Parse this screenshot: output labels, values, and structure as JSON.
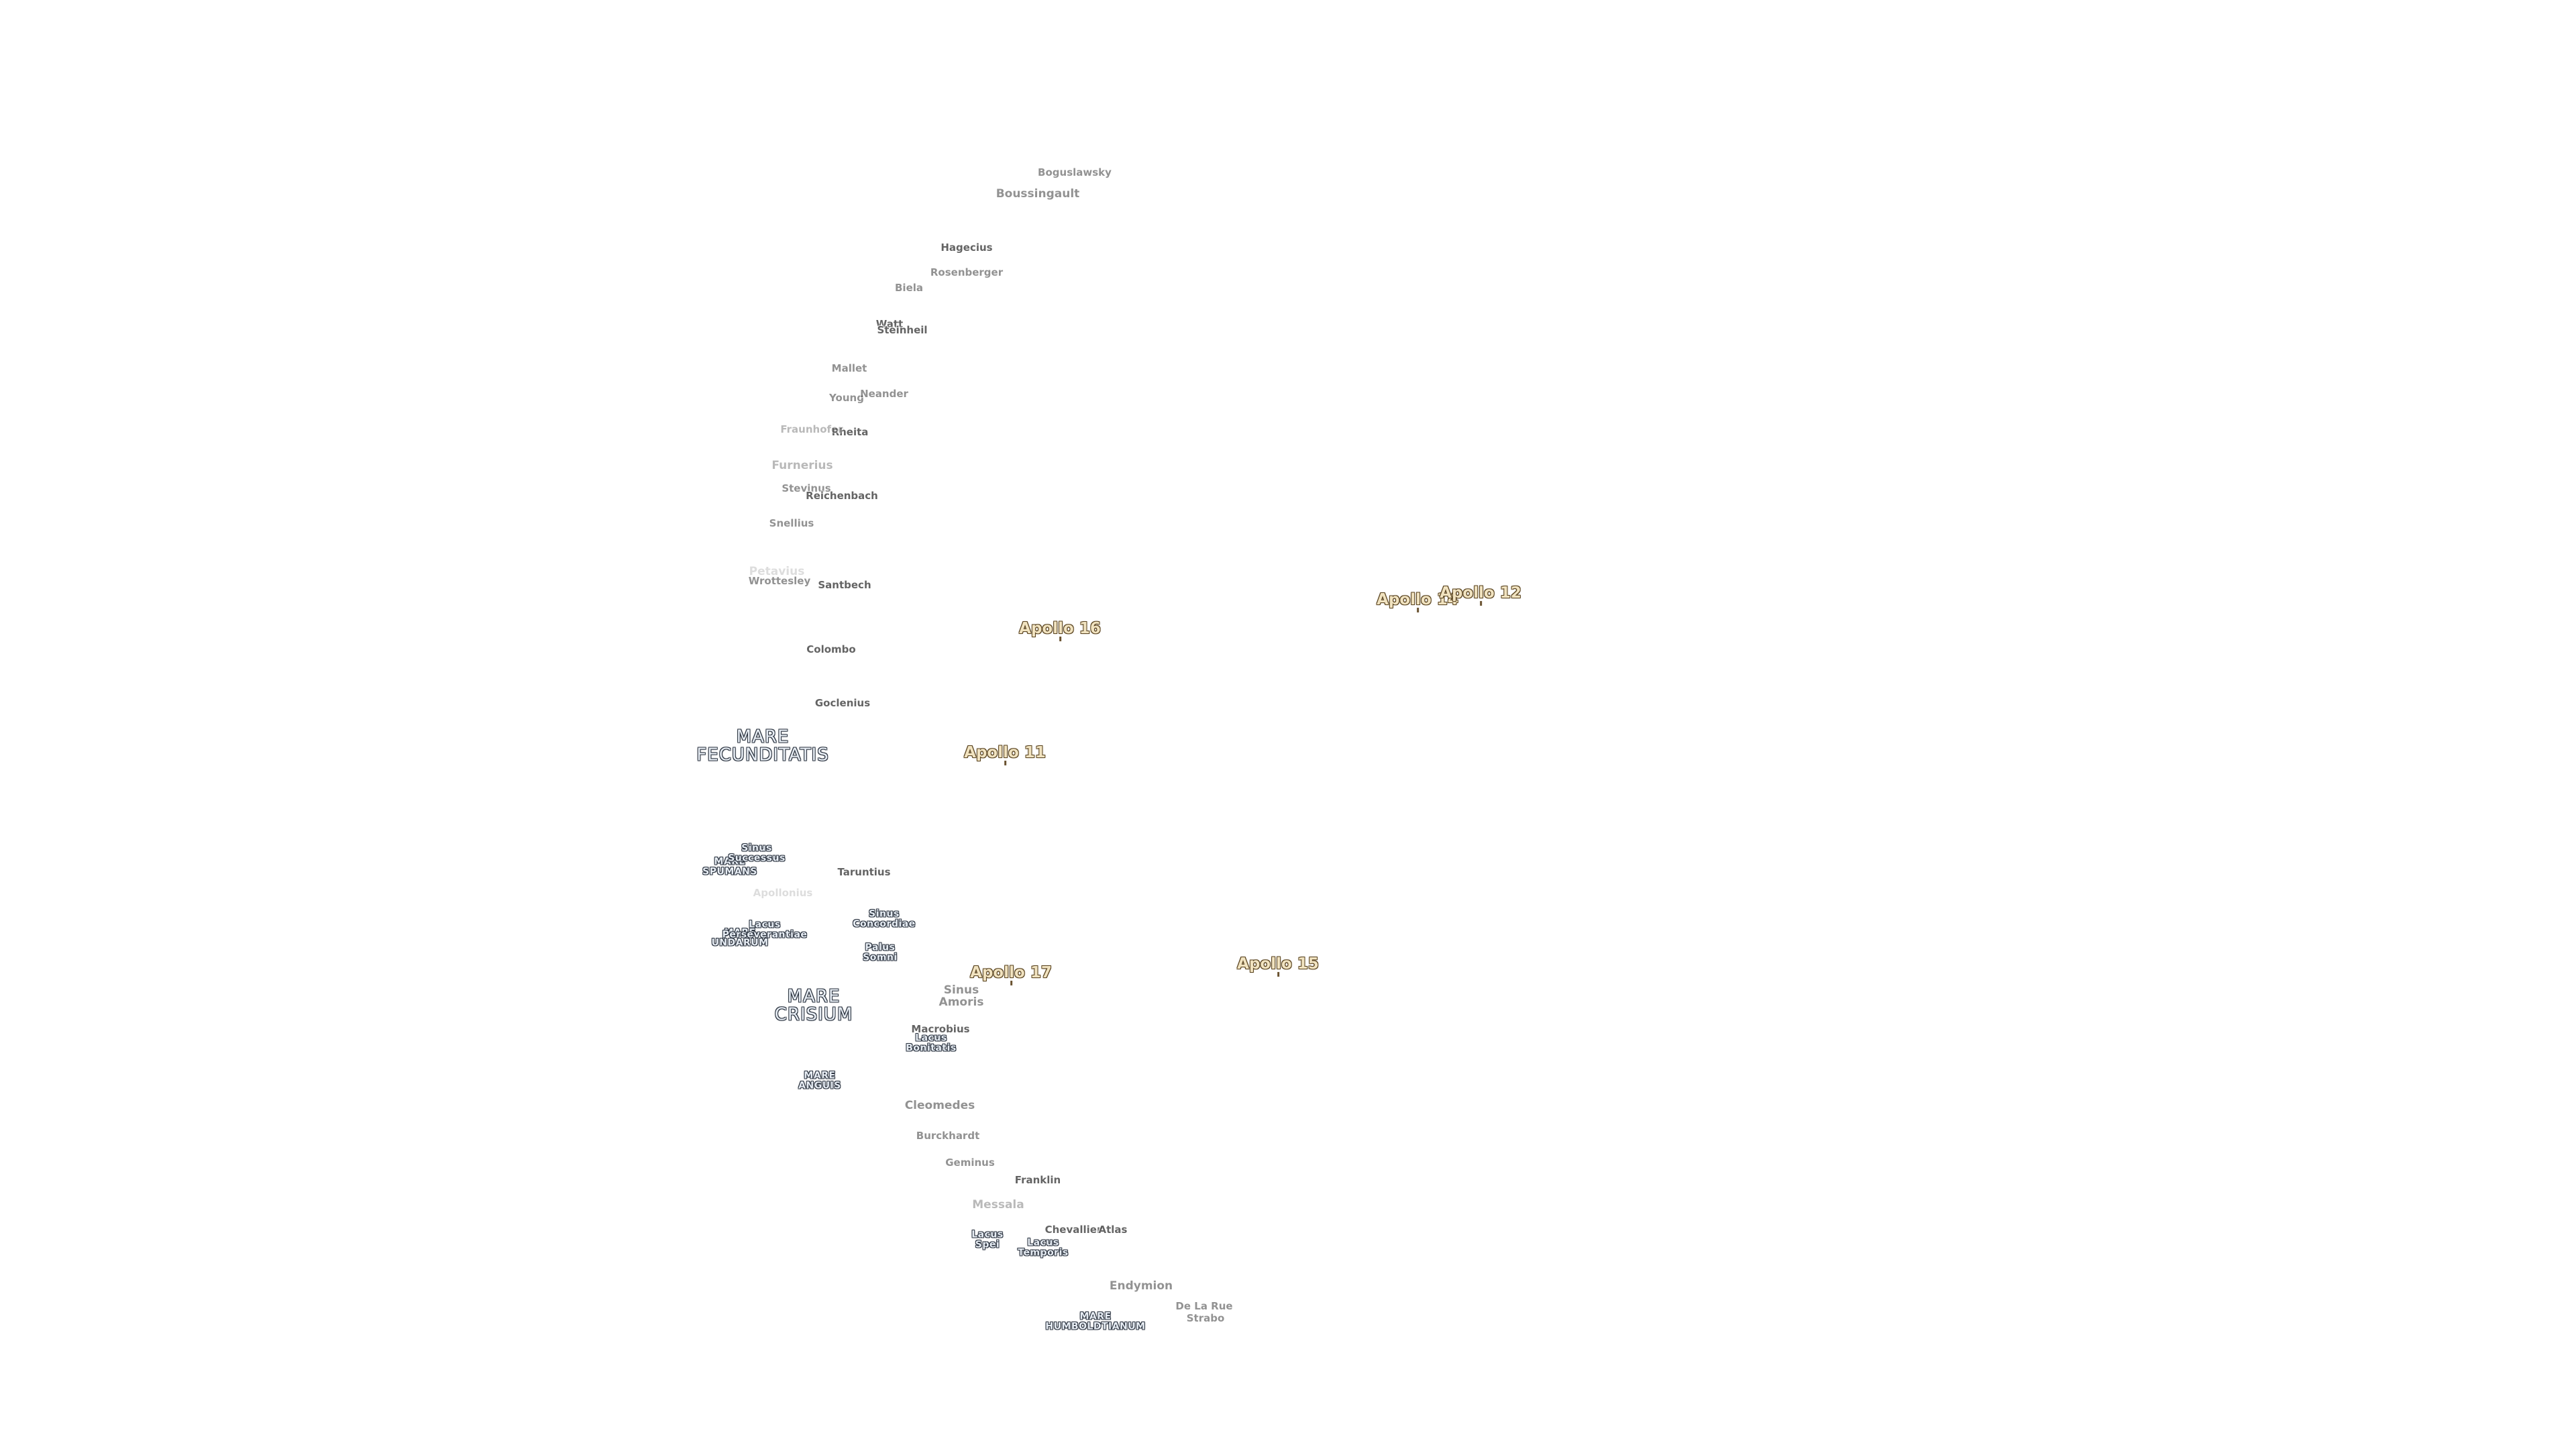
{
  "map": {
    "apollo_sites": [
      {
        "id": "apollo-11",
        "label": "Apollo 11"
      },
      {
        "id": "apollo-12",
        "label": "Apollo 12"
      },
      {
        "id": "apollo-14",
        "label": "Apollo 14"
      },
      {
        "id": "apollo-15",
        "label": "Apollo 15"
      },
      {
        "id": "apollo-16",
        "label": "Apollo 16"
      },
      {
        "id": "apollo-17",
        "label": "Apollo 17"
      }
    ],
    "maria": [
      {
        "id": "mare-fecunditatis",
        "label": "MARE\nFECUNDITATIS"
      },
      {
        "id": "mare-crisium",
        "label": "MARE\nCRISIUM"
      },
      {
        "id": "mare-spumans",
        "label": "MARE\nSPUMANS"
      },
      {
        "id": "mare-undarum",
        "label": "MARE\nUNDARUM"
      },
      {
        "id": "mare-anguis",
        "label": "MARE\nANGUIS"
      },
      {
        "id": "mare-humboldtianum",
        "label": "MARE\nHUMBOLDTIANUM"
      },
      {
        "id": "sinus-successus",
        "label": "Sinus\nSuccessus"
      },
      {
        "id": "lacus-perseverantiae",
        "label": "Lacus\nPerseverantiae"
      },
      {
        "id": "sinus-concordiae",
        "label": "Sinus\nConcordiae"
      },
      {
        "id": "palus-somni",
        "label": "Palus\nSomni"
      },
      {
        "id": "lacus-bonitatis",
        "label": "Lacus\nBonitatis"
      },
      {
        "id": "lacus-spei",
        "label": "Lacus\nSpei"
      },
      {
        "id": "lacus-temporis",
        "label": "Lacus\nTemporis"
      }
    ],
    "craters": [
      {
        "id": "boguslawsky",
        "label": "Boguslawsky"
      },
      {
        "id": "boussingault",
        "label": "Boussingault"
      },
      {
        "id": "hagecius",
        "label": "Hagecius"
      },
      {
        "id": "rosenberger",
        "label": "Rosenberger"
      },
      {
        "id": "biela",
        "label": "Biela"
      },
      {
        "id": "watt",
        "label": "Watt"
      },
      {
        "id": "steinheil",
        "label": "Steinheil"
      },
      {
        "id": "mallet",
        "label": "Mallet"
      },
      {
        "id": "young",
        "label": "Young"
      },
      {
        "id": "neander",
        "label": "Neander"
      },
      {
        "id": "rheita",
        "label": "Rheita"
      },
      {
        "id": "fraunhofer",
        "label": "Fraunhofer"
      },
      {
        "id": "furnerius",
        "label": "Furnerius"
      },
      {
        "id": "stevinus",
        "label": "Stevinus"
      },
      {
        "id": "reichenbach",
        "label": "Reichenbach"
      },
      {
        "id": "snellius",
        "label": "Snellius"
      },
      {
        "id": "petavius",
        "label": "Petavius"
      },
      {
        "id": "wrottesley",
        "label": "Wrottesley"
      },
      {
        "id": "santbech",
        "label": "Santbech"
      },
      {
        "id": "colombo",
        "label": "Colombo"
      },
      {
        "id": "goclenius",
        "label": "Goclenius"
      },
      {
        "id": "taruntius",
        "label": "Taruntius"
      },
      {
        "id": "apollonius",
        "label": "Apollonius"
      },
      {
        "id": "sinus-amoris",
        "label": "Sinus\nAmoris"
      },
      {
        "id": "macrobius",
        "label": "Macrobius"
      },
      {
        "id": "cleomedes",
        "label": "Cleomedes"
      },
      {
        "id": "burckhardt",
        "label": "Burckhardt"
      },
      {
        "id": "geminus",
        "label": "Geminus"
      },
      {
        "id": "franklin",
        "label": "Franklin"
      },
      {
        "id": "messala",
        "label": "Messala"
      },
      {
        "id": "chevallier",
        "label": "Chevallier"
      },
      {
        "id": "atlas",
        "label": "Atlas"
      },
      {
        "id": "endymion",
        "label": "Endymion"
      },
      {
        "id": "de-la-rue",
        "label": "De La Rue"
      },
      {
        "id": "strabo",
        "label": "Strabo"
      }
    ]
  }
}
